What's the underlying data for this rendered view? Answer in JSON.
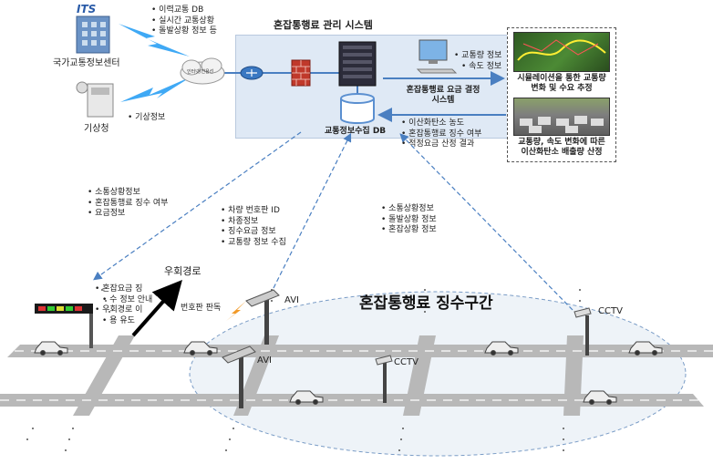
{
  "colors": {
    "arrow_blue": "#4a7fc1",
    "panel_bg": "#dfe9f5",
    "road": "#b8b8b8",
    "lightning": "#3fa9f5",
    "sign_orange": "#f29a28"
  },
  "system": {
    "title": "혼잡통행료 관리 시스템",
    "decision_system": [
      "혼잡통행료 요금 결정",
      "시스템"
    ],
    "db_label": "교통정보수집 DB"
  },
  "top_left": {
    "center_name": "국가교통정보센터",
    "weather_name": "기상청",
    "internet_label": "인터넷/전용선",
    "center_info": [
      "이력교통 DB",
      "실시간 교통상황",
      "돌발상황 정보 등"
    ],
    "weather_info": [
      "기상정보"
    ]
  },
  "right_flows": {
    "out": [
      "교통량 정보",
      "속도 정보"
    ],
    "in": [
      "이산화탄소 농도",
      "혼잡통행료 징수 여부",
      "적정요금 산정 결과"
    ]
  },
  "sim_panel": {
    "caption1": [
      "시뮬레이션을 통한 교통량",
      "변화 및 수요 추정"
    ],
    "caption2": [
      "교통량, 속도 변화에 따른",
      "이산화탄소 배출량 산정"
    ]
  },
  "flows": {
    "left": [
      "소통상황정보",
      "혼잡통행료 징수 여부",
      "요금정보"
    ],
    "center": [
      "차량 번호판 ID",
      "차종정보",
      "징수요금 정보",
      "교통량 정보 수집"
    ],
    "right": [
      "소통상황정보",
      "돌발상황 정보",
      "혼잡상황 정보"
    ]
  },
  "bottom": {
    "detour_label": "우회경로",
    "vms_info": [
      "혼잡요금 징",
      "수 정보 안내",
      "우회경로 이",
      "용 유도"
    ],
    "plate_label": "번호판 판독",
    "zone_title": "혼잡통행료 징수구간",
    "avi1": "AVI",
    "avi2": "AVI",
    "cctv1": "CCTV",
    "cctv2": "CCTV"
  }
}
